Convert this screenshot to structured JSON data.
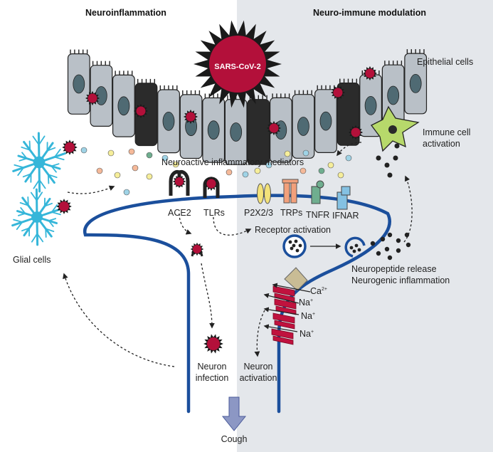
{
  "titles": {
    "left": "Neuroinflammation",
    "right": "Neuro-immune modulation"
  },
  "virus": {
    "label": "SARS-CoV-2"
  },
  "labels": {
    "epithelial_cells": "Epithelial cells",
    "immune_cell_line1": "Immune cell",
    "immune_cell_line2": "activation",
    "mediators": "Neuroactive inflammatory mediators",
    "ace2": "ACE2",
    "tlrs": "TLRs",
    "p2x": "P2X2/3",
    "trps": "TRPs",
    "tnfr": "TNFR",
    "ifnar": "IFNAR",
    "receptor_activation": "Receptor activation",
    "neuropeptide_release": "Neuropeptide release",
    "neurogenic_inflammation": "Neurogenic inflammation",
    "glial_cells": "Glial cells",
    "neuron_infection_line1": "Neuron",
    "neuron_infection_line2": "infection",
    "neuron_activation_line1": "Neuron",
    "neuron_activation_line2": "activation",
    "cough": "Cough"
  },
  "ions": [
    {
      "symbol": "Ca",
      "charge": "2+"
    },
    {
      "symbol": "Na",
      "charge": "+"
    },
    {
      "symbol": "Na",
      "charge": "+"
    },
    {
      "symbol": "Na",
      "charge": "+"
    }
  ],
  "colors": {
    "right_panel_bg": "#e4e7eb",
    "neuron_membrane": "#1b4f9c",
    "virus_fill": "#b3103a",
    "virus_spike": "#1a1a1a",
    "epithelium": "#b9c0c7",
    "glia": "#35b6d9",
    "channel_red": "#c0123e",
    "p2x_yellow": "#f3e27a",
    "trp_orange": "#f2a07b",
    "tnfr_green": "#6fae8f",
    "ifnar_blue": "#84c1e2",
    "cough_arrow": "#8c97c4"
  }
}
